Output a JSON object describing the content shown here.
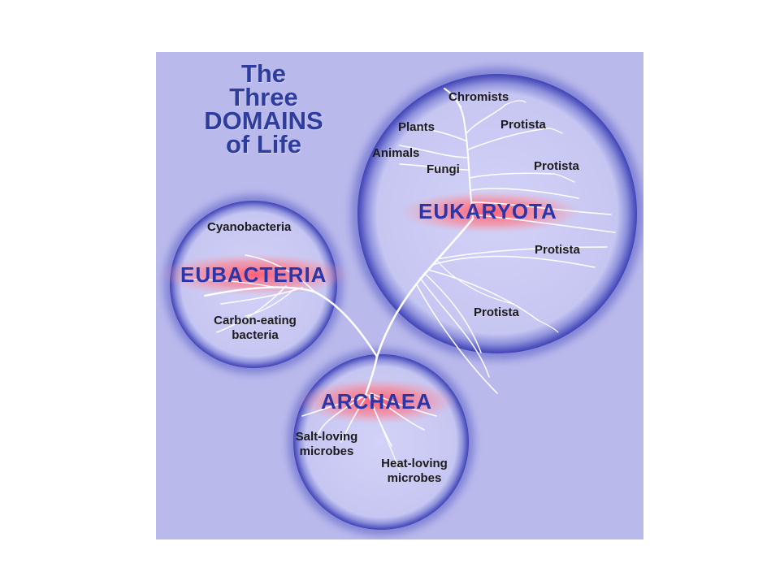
{
  "title": {
    "line1": "The",
    "line2": "Three",
    "line3": "DOMAINS",
    "line4": "of Life"
  },
  "domains": {
    "eukaryota": "EUKARYOTA",
    "eubacteria": "EUBACTERIA",
    "archaea": "ARCHAEA"
  },
  "eukaryota_groups": {
    "chromists": "Chromists",
    "plants": "Plants",
    "protista_1": "Protista",
    "animals": "Animals",
    "fungi": "Fungi",
    "protista_2": "Protista",
    "protista_3": "Protista",
    "protista_4": "Protista"
  },
  "eubacteria_groups": {
    "cyanobacteria": "Cyanobacteria",
    "carbon_eating_line1": "Carbon-eating",
    "carbon_eating_line2": "bacteria"
  },
  "archaea_groups": {
    "salt_loving_line1": "Salt-loving",
    "salt_loving_line2": "microbes",
    "heat_loving_line1": "Heat-loving",
    "heat_loving_line2": "microbes"
  },
  "colors": {
    "background": "#b9b9ec",
    "circle_fill": "#ccccf5",
    "circle_halo": "#3c3fb4",
    "domain_text": "#2a35a8",
    "domain_glow": "#ff5a6e",
    "branch": "#ffffff"
  }
}
